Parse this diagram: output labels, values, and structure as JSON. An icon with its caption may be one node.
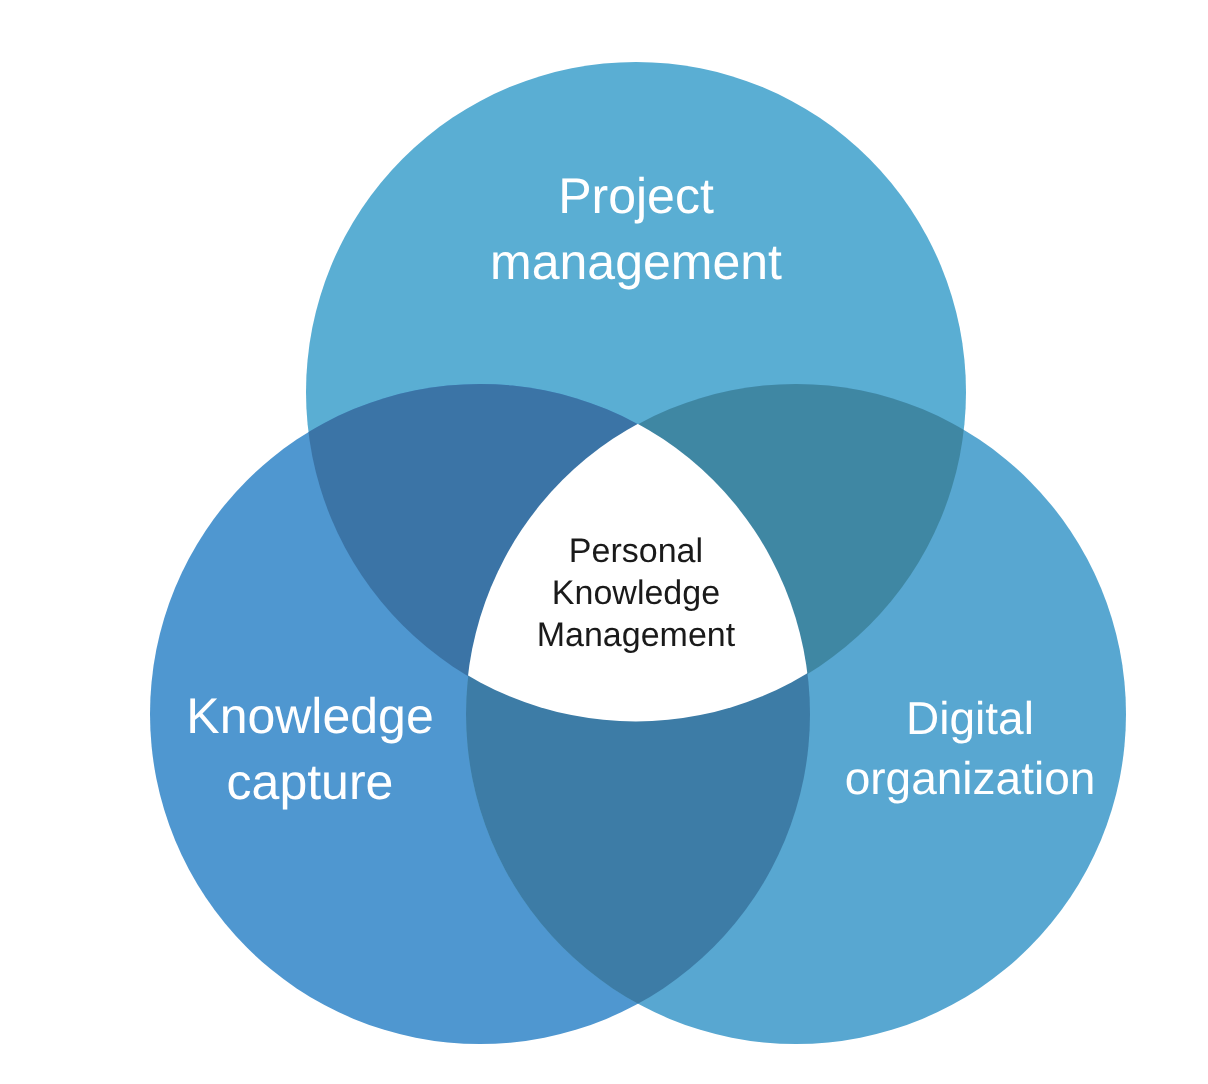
{
  "diagram": {
    "nodes": [
      {
        "text": [
          "Project management"
        ]
      },
      {
        "text": [
          "Personal Knowledge Management"
        ]
      },
      {
        "text": [
          "Knowledge capture"
        ]
      },
      {
        "text": [
          "Digital organization"
        ]
      }
    ]
  }
}
